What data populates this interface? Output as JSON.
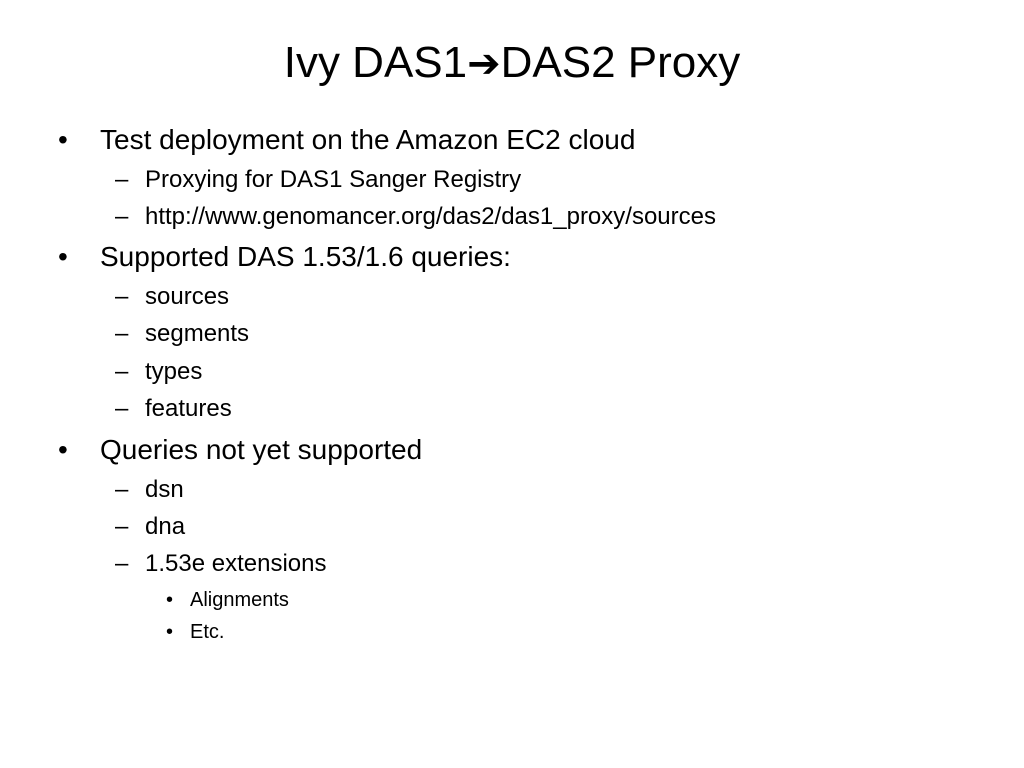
{
  "slide": {
    "title": {
      "prefix": "Ivy  DAS1",
      "arrow": "➔",
      "suffix": "DAS2 Proxy"
    },
    "items": [
      {
        "level": 1,
        "marker": "•",
        "text": "Test deployment on the Amazon EC2 cloud"
      },
      {
        "level": 2,
        "marker": "–",
        "text": "Proxying for DAS1 Sanger Registry"
      },
      {
        "level": 2,
        "marker": "–",
        "text": "http://www.genomancer.org/das2/das1_proxy/sources"
      },
      {
        "level": 1,
        "marker": "•",
        "text": "Supported DAS 1.53/1.6 queries:"
      },
      {
        "level": 2,
        "marker": "–",
        "text": "sources"
      },
      {
        "level": 2,
        "marker": "–",
        "text": "segments"
      },
      {
        "level": 2,
        "marker": "–",
        "text": "types"
      },
      {
        "level": 2,
        "marker": "–",
        "text": "features"
      },
      {
        "level": 1,
        "marker": "•",
        "text": " Queries not yet supported"
      },
      {
        "level": 2,
        "marker": "–",
        "text": "dsn"
      },
      {
        "level": 2,
        "marker": "–",
        "text": "dna"
      },
      {
        "level": 2,
        "marker": "–",
        "text": "1.53e extensions"
      },
      {
        "level": 3,
        "marker": "•",
        "text": "Alignments"
      },
      {
        "level": 3,
        "marker": "•",
        "text": "Etc."
      }
    ]
  }
}
